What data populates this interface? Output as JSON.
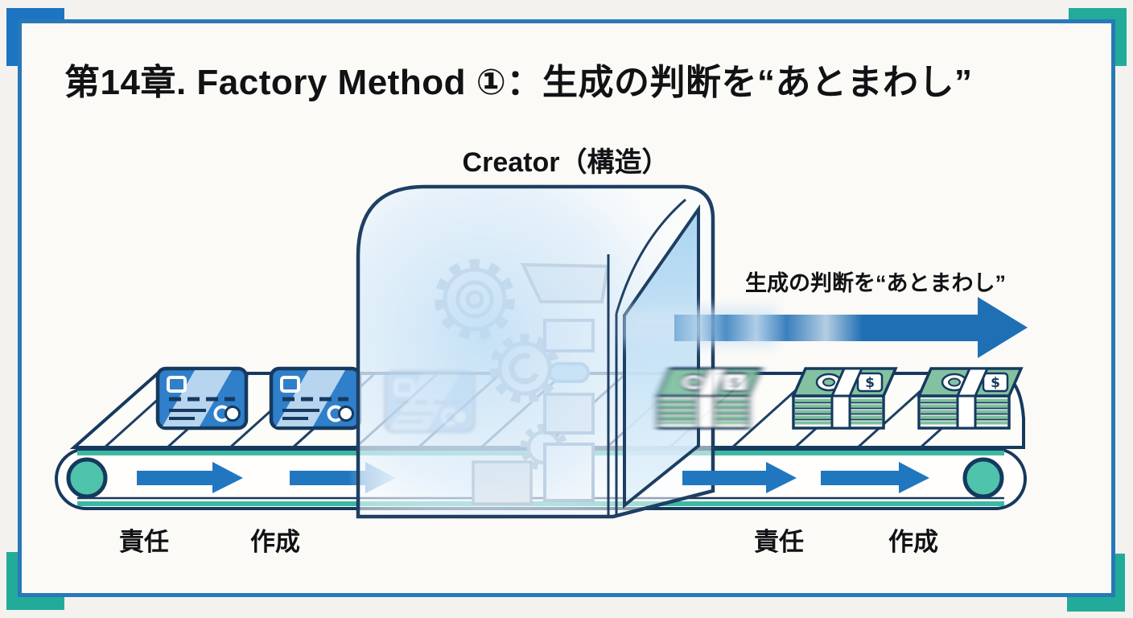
{
  "frame": {
    "border_color": "#2879b8",
    "bracket_blue": "#1d74c2",
    "bracket_teal": "#23ab99"
  },
  "title": {
    "text": "第14章. Factory Method ①：生成の判断を“あとまわし”"
  },
  "machine": {
    "label": "Creator（構造）"
  },
  "flow": {
    "arrow_label": "生成の判断を“あとまわし”"
  },
  "belt": {
    "left_labels": {
      "responsibility": "責任",
      "creation": "作成"
    },
    "right_labels": {
      "responsibility": "責任",
      "creation": "作成"
    }
  },
  "colors": {
    "outline_navy": "#16395e",
    "belt_teal": "#3db8a1",
    "roller_teal": "#4fc3ab",
    "arrow_blue": "#1f6fb5",
    "card_blue": "#2f7fca",
    "money_green": "#7cc09c",
    "machine_glow": "#bcdcf4",
    "background": "#f5f4f1"
  }
}
